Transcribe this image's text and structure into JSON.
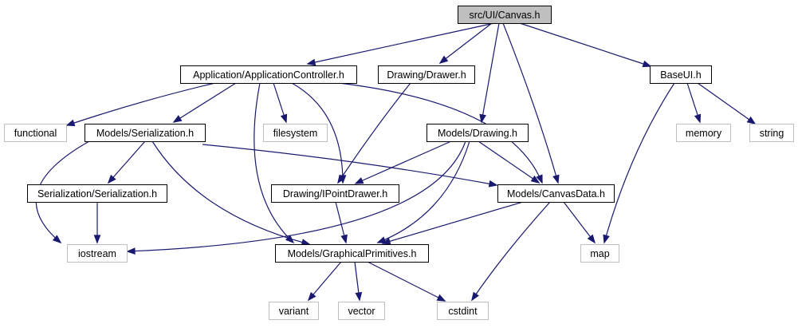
{
  "colors": {
    "edge": "#191970",
    "node_border": "#000000",
    "external_border": "#bfbfbf",
    "root_fill": "#bfbfbf",
    "node_fill": "#ffffff",
    "text": "#000000"
  },
  "nodes": [
    {
      "id": "canvas",
      "label": "src/UI/Canvas.h",
      "kind": "root"
    },
    {
      "id": "appctrl",
      "label": "Application/ApplicationController.h",
      "kind": "local"
    },
    {
      "id": "drawer",
      "label": "Drawing/Drawer.h",
      "kind": "local"
    },
    {
      "id": "baseui",
      "label": "BaseUI.h",
      "kind": "local"
    },
    {
      "id": "functional",
      "label": "functional",
      "kind": "external"
    },
    {
      "id": "modelsser",
      "label": "Models/Serialization.h",
      "kind": "local"
    },
    {
      "id": "filesystem",
      "label": "filesystem",
      "kind": "external"
    },
    {
      "id": "modelsdrawing",
      "label": "Models/Drawing.h",
      "kind": "local"
    },
    {
      "id": "memory",
      "label": "memory",
      "kind": "external"
    },
    {
      "id": "string",
      "label": "string",
      "kind": "external"
    },
    {
      "id": "serser",
      "label": "Serialization/Serialization.h",
      "kind": "local"
    },
    {
      "id": "ipointdrawer",
      "label": "Drawing/IPointDrawer.h",
      "kind": "local"
    },
    {
      "id": "canvasdata",
      "label": "Models/CanvasData.h",
      "kind": "local"
    },
    {
      "id": "iostream",
      "label": "iostream",
      "kind": "external"
    },
    {
      "id": "graphprim",
      "label": "Models/GraphicalPrimitives.h",
      "kind": "local"
    },
    {
      "id": "map",
      "label": "map",
      "kind": "external"
    },
    {
      "id": "variant",
      "label": "variant",
      "kind": "external"
    },
    {
      "id": "vector",
      "label": "vector",
      "kind": "external"
    },
    {
      "id": "cstdint",
      "label": "cstdint",
      "kind": "external"
    }
  ],
  "edges": [
    {
      "from": "canvas",
      "to": "appctrl"
    },
    {
      "from": "canvas",
      "to": "drawer"
    },
    {
      "from": "canvas",
      "to": "modelsdrawing"
    },
    {
      "from": "canvas",
      "to": "canvasdata"
    },
    {
      "from": "canvas",
      "to": "baseui"
    },
    {
      "from": "appctrl",
      "to": "functional"
    },
    {
      "from": "appctrl",
      "to": "modelsser"
    },
    {
      "from": "appctrl",
      "to": "filesystem"
    },
    {
      "from": "appctrl",
      "to": "ipointdrawer"
    },
    {
      "from": "appctrl",
      "to": "graphprim"
    },
    {
      "from": "appctrl",
      "to": "canvasdata"
    },
    {
      "from": "drawer",
      "to": "ipointdrawer"
    },
    {
      "from": "baseui",
      "to": "memory"
    },
    {
      "from": "baseui",
      "to": "string"
    },
    {
      "from": "baseui",
      "to": "map"
    },
    {
      "from": "modelsser",
      "to": "serser"
    },
    {
      "from": "modelsser",
      "to": "iostream"
    },
    {
      "from": "modelsser",
      "to": "graphprim"
    },
    {
      "from": "modelsser",
      "to": "canvasdata"
    },
    {
      "from": "serser",
      "to": "iostream"
    },
    {
      "from": "modelsdrawing",
      "to": "ipointdrawer"
    },
    {
      "from": "modelsdrawing",
      "to": "canvasdata"
    },
    {
      "from": "modelsdrawing",
      "to": "iostream"
    },
    {
      "from": "modelsdrawing",
      "to": "graphprim"
    },
    {
      "from": "ipointdrawer",
      "to": "graphprim"
    },
    {
      "from": "canvasdata",
      "to": "graphprim"
    },
    {
      "from": "canvasdata",
      "to": "map"
    },
    {
      "from": "canvasdata",
      "to": "cstdint"
    },
    {
      "from": "graphprim",
      "to": "variant"
    },
    {
      "from": "graphprim",
      "to": "vector"
    },
    {
      "from": "graphprim",
      "to": "cstdint"
    }
  ]
}
